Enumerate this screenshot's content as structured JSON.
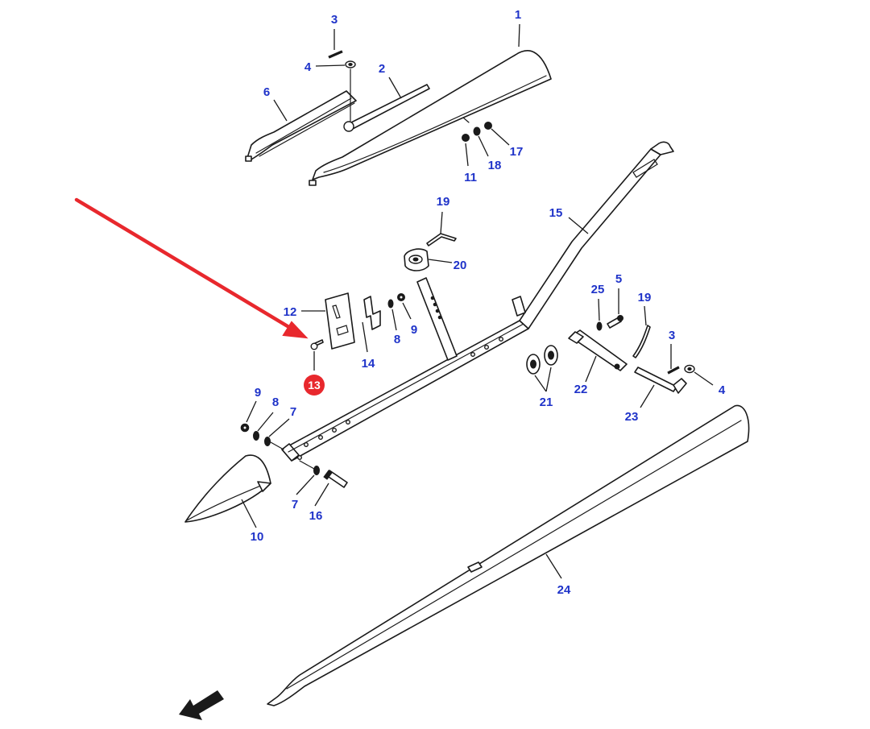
{
  "colors": {
    "callout_text": "#1f33c9",
    "highlight_badge": "#e8282d",
    "pointer_arrow": "#e8282d",
    "line_art": "#1a1a1a"
  },
  "highlighted_part": "13",
  "callouts": [
    {
      "id": "c1",
      "label": "1"
    },
    {
      "id": "c2",
      "label": "2"
    },
    {
      "id": "c3a",
      "label": "3"
    },
    {
      "id": "c4a",
      "label": "4"
    },
    {
      "id": "c6",
      "label": "6"
    },
    {
      "id": "c11",
      "label": "11"
    },
    {
      "id": "c18",
      "label": "18"
    },
    {
      "id": "c17",
      "label": "17"
    },
    {
      "id": "c19a",
      "label": "19"
    },
    {
      "id": "c15",
      "label": "15"
    },
    {
      "id": "c20",
      "label": "20"
    },
    {
      "id": "c12",
      "label": "12"
    },
    {
      "id": "c14",
      "label": "14"
    },
    {
      "id": "c8a",
      "label": "8"
    },
    {
      "id": "c9a",
      "label": "9"
    },
    {
      "id": "c13",
      "label": "13"
    },
    {
      "id": "c25",
      "label": "25"
    },
    {
      "id": "c5",
      "label": "5"
    },
    {
      "id": "c19b",
      "label": "19"
    },
    {
      "id": "c3b",
      "label": "3"
    },
    {
      "id": "c4b",
      "label": "4"
    },
    {
      "id": "c21",
      "label": "21"
    },
    {
      "id": "c22",
      "label": "22"
    },
    {
      "id": "c23",
      "label": "23"
    },
    {
      "id": "c9b",
      "label": "9"
    },
    {
      "id": "c8b",
      "label": "8"
    },
    {
      "id": "c7a",
      "label": "7"
    },
    {
      "id": "c7b",
      "label": "7"
    },
    {
      "id": "c16",
      "label": "16"
    },
    {
      "id": "c10",
      "label": "10"
    },
    {
      "id": "c24",
      "label": "24"
    }
  ]
}
